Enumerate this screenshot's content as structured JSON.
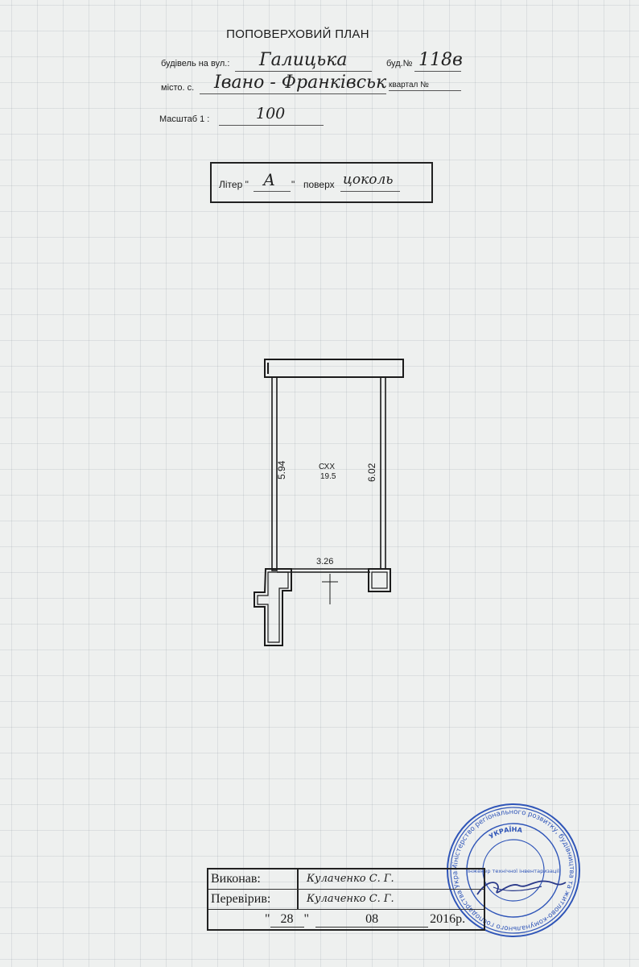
{
  "header": {
    "title": "ПОПОВЕРХОВИЙ ПЛАН",
    "street_label": "будівель на вул.:",
    "street_value": "Галицька",
    "building_label": "буд.№",
    "building_value": "118в",
    "city_label": "місто. с.",
    "city_value": "Івано - Франківськ",
    "quarter_label": "квартал №",
    "scale_label": "Масштаб 1 :",
    "scale_value": "100"
  },
  "liter_box": {
    "liter_label": "Літер \"",
    "liter_value": "А",
    "liter_close": "\"",
    "floor_label": "поверх",
    "floor_value": "цоколь"
  },
  "plan": {
    "room_code": "СХХ",
    "room_area": "19.5",
    "left_dim": "5.94",
    "right_dim": "6.02",
    "width_dim": "3.26"
  },
  "signatures": {
    "performed_label": "Виконав:",
    "performed_value": "Кулаченко С. Г.",
    "checked_label": "Перевірив:",
    "checked_value": "Кулаченко С. Г.",
    "date_open_quote": "\"",
    "date_day": "28",
    "date_close_quote": "\"",
    "date_month": "08",
    "date_year": "2016р."
  },
  "stamp": {
    "outer_text": "Міністерство регіонального розвитку, будівництва та житлово-комунального господарства України",
    "inner_text": "УКРАЇНА",
    "center_text": "Інженер технічної інвентаризації"
  },
  "colors": {
    "stamp": "#2f55b8",
    "ink": "#1b1b1b"
  }
}
